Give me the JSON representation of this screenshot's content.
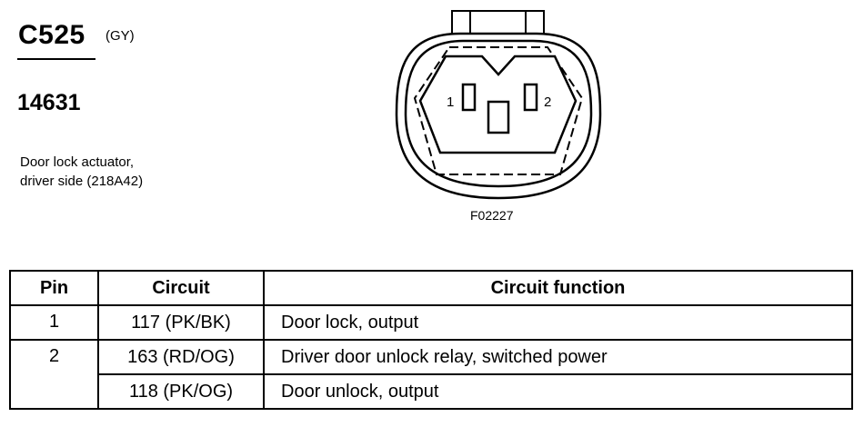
{
  "header": {
    "connector_id": "C525",
    "connector_color": "(GY)",
    "part_number": "14631",
    "description_lines": [
      "Door lock actuator,",
      "driver side (218A42)"
    ]
  },
  "figure": {
    "figure_id": "F02227",
    "pin_labels": [
      "1",
      "2"
    ]
  },
  "table": {
    "headers": [
      "Pin",
      "Circuit",
      "Circuit function"
    ],
    "rows": [
      {
        "pin": "1",
        "circuit": "117 (PK/BK)",
        "function": "Door lock, output"
      },
      {
        "pin": "2",
        "circuit": "163 (RD/OG)",
        "function": "Driver door unlock relay, switched power"
      },
      {
        "pin": "",
        "circuit": "118 (PK/OG)",
        "function": "Door unlock, output"
      }
    ]
  }
}
